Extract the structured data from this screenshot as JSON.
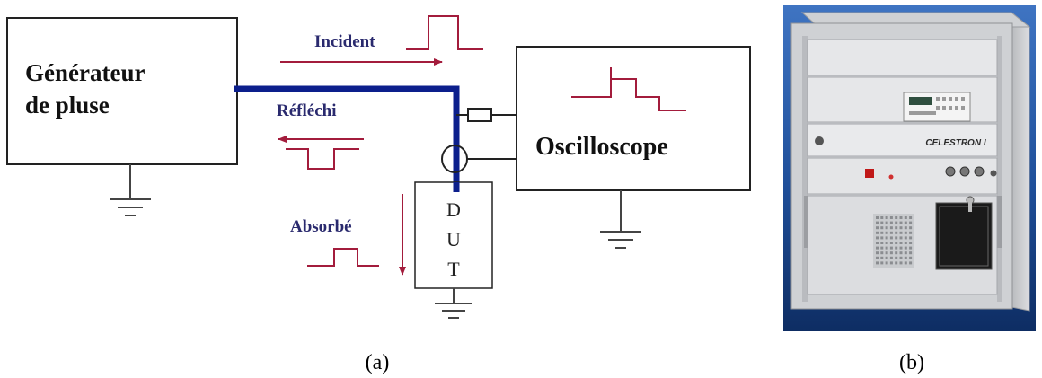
{
  "panel_a": {
    "generator_label_line1": "Générateur",
    "generator_label_line2": "de pluse",
    "oscilloscope_label": "Oscilloscope",
    "dut_letters": [
      "D",
      "U",
      "T"
    ],
    "incident_label": "Incident",
    "reflected_label": "Réfléchi",
    "absorbed_label": "Absorbé",
    "caption": "(a)",
    "colors": {
      "cable": "#0c1f8c",
      "signal": "#a31c3c",
      "box": "#222222"
    }
  },
  "panel_b": {
    "brand_text": "CELESTRON I",
    "caption": "(b)",
    "colors": {
      "background": "#1f4f9a",
      "cabinet": "#d9dadc"
    }
  }
}
